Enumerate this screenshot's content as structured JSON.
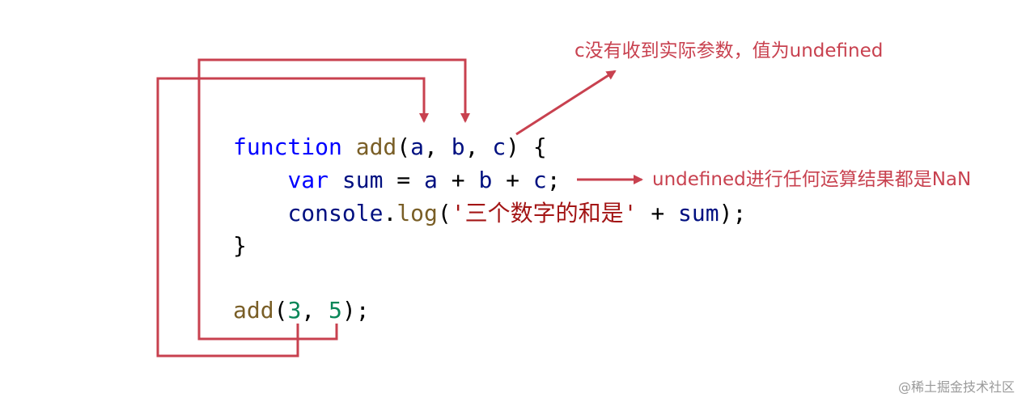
{
  "code": {
    "line1": {
      "kw": "function",
      "fn": "add",
      "open": "(",
      "a": "a",
      "c1": ", ",
      "b": "b",
      "c2": ", ",
      "c": "c",
      "close": ") {"
    },
    "line2": {
      "indent": "    ",
      "kw": "var",
      "sp1": " ",
      "sum": "sum",
      "eq": " = ",
      "a": "a",
      "p1": " + ",
      "b": "b",
      "p2": " + ",
      "c": "c",
      "semi": ";"
    },
    "line3": {
      "indent": "    ",
      "obj": "console",
      "dot": ".",
      "fn": "log",
      "open": "(",
      "str": "'三个数字的和是'",
      "plus": " + ",
      "sum": "sum",
      "close": ");"
    },
    "line4": {
      "brace": "}"
    },
    "line6": {
      "fn": "add",
      "open": "(",
      "n1": "3",
      "comma": ", ",
      "n2": "5",
      "close": ");"
    }
  },
  "annotations": {
    "top": "c没有收到实际参数，值为undefined",
    "right": "undefined进行任何运算结果都是NaN"
  },
  "watermark": "@稀土掘金技术社区",
  "colors": {
    "arrow": "#c8414f",
    "keyword": "#0000ff",
    "function": "#795e26",
    "identifier": "#001080",
    "number": "#098658",
    "string": "#a31515"
  }
}
